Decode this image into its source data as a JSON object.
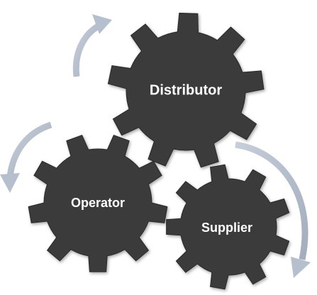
{
  "diagram": {
    "colors": {
      "gear_fill": "#3a3a3a",
      "gear_edge": "#2a2a2a",
      "label": "#ffffff",
      "arrow": "#b6bfcd"
    },
    "gears": [
      {
        "id": "distributor",
        "label": "Distributor"
      },
      {
        "id": "operator",
        "label": "Operator"
      },
      {
        "id": "supplier",
        "label": "Supplier"
      }
    ],
    "arrows": [
      {
        "id": "arrow-top-left",
        "direction": "clockwise"
      },
      {
        "id": "arrow-left",
        "direction": "counter-clockwise"
      },
      {
        "id": "arrow-right",
        "direction": "clockwise"
      }
    ]
  }
}
